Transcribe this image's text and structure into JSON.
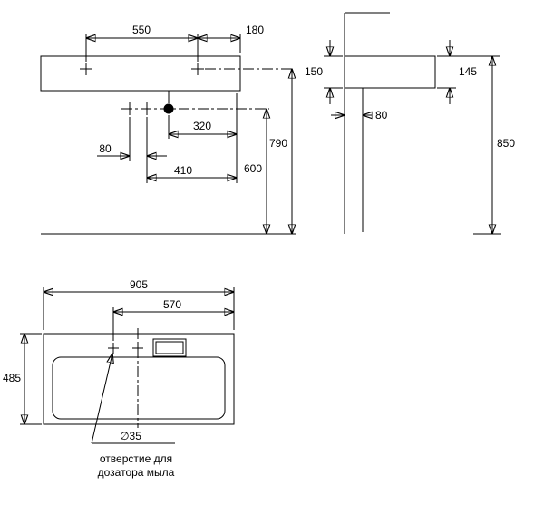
{
  "drawing": {
    "colors": {
      "line": "#000000",
      "background": "#ffffff"
    },
    "views": {
      "front": {
        "dims": {
          "holes_spacing": "550",
          "hole_to_edge": "180",
          "drain_to_edge": "320",
          "faucet_spacing": "80",
          "faucet_to_edge": "410",
          "drain_height": "600",
          "holes_height": "790"
        }
      },
      "side": {
        "dims": {
          "depth_back": "150",
          "depth_front": "145",
          "drain_offset": "80",
          "mount_height": "850"
        }
      },
      "top": {
        "dims": {
          "width": "905",
          "dispenser_to_edge": "570",
          "depth": "485",
          "hole_diameter": "∅35"
        },
        "caption_line1": "отверстие для",
        "caption_line2": "дозатора мыла"
      }
    }
  }
}
